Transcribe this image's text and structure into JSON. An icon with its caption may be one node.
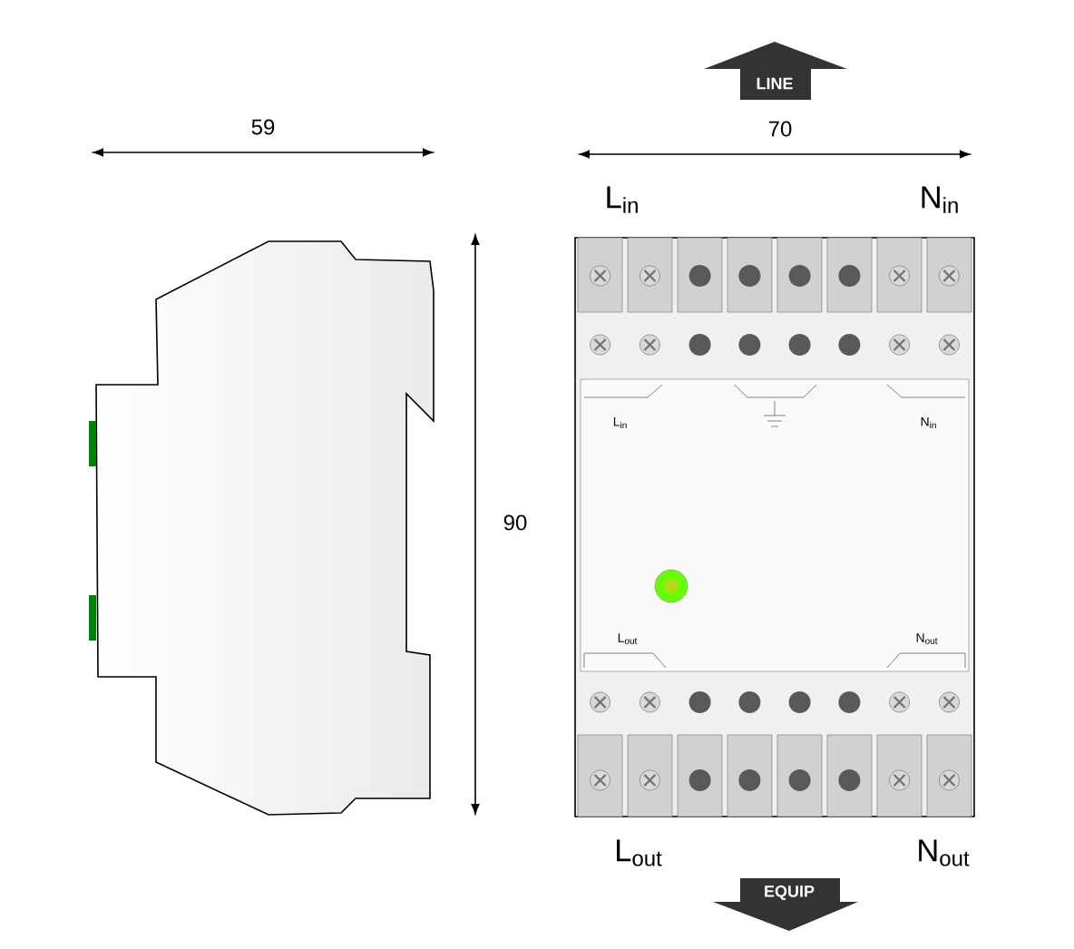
{
  "diagram": {
    "nodes": [
      {
        "text": [
          "LINE"
        ]
      },
      {
        "text": [
          "EQUIP"
        ]
      }
    ],
    "labels": [
      "59",
      "70",
      "L$_{in}$",
      "N$_{in}$",
      "90",
      "L$_{in}$",
      "N$_{in}$",
      "L$_{out}$",
      "N$_{out}$",
      "L$_{out}$",
      "N$_{out}$"
    ]
  }
}
